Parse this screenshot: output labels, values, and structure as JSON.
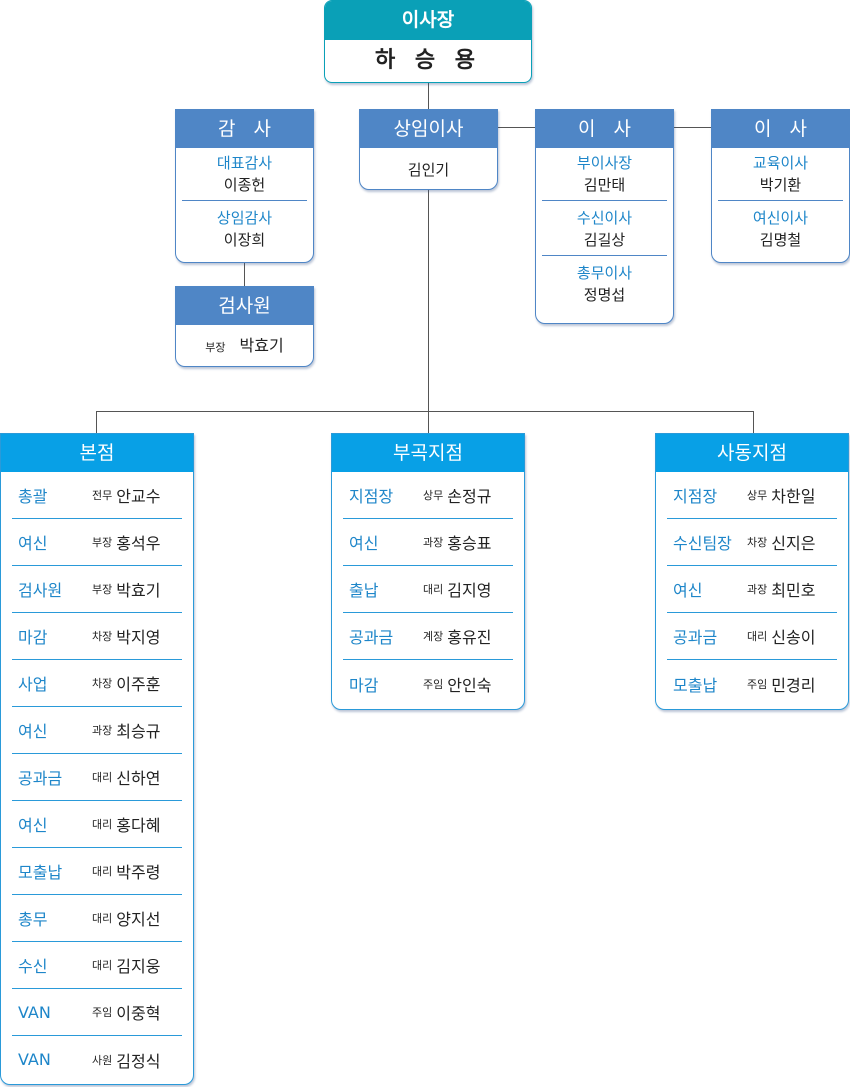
{
  "chairman": {
    "title": "이사장",
    "name": "하 승 용"
  },
  "auditors": {
    "title": "감   사",
    "members": [
      {
        "title": "대표감사",
        "name": "이종헌"
      },
      {
        "title": "상임감사",
        "name": "이장희"
      }
    ]
  },
  "inspector": {
    "title": "검사원",
    "rank": "부장",
    "name": "박효기"
  },
  "standing_director": {
    "title": "상임이사",
    "name": "김인기"
  },
  "directors_1": {
    "title": "이   사",
    "members": [
      {
        "title": "부이사장",
        "name": "김만태"
      },
      {
        "title": "수신이사",
        "name": "김길상"
      },
      {
        "title": "총무이사",
        "name": "정명섭"
      }
    ]
  },
  "directors_2": {
    "title": "이   사",
    "members": [
      {
        "title": "교육이사",
        "name": "박기환"
      },
      {
        "title": "여신이사",
        "name": "김명철"
      }
    ]
  },
  "branches": [
    {
      "title": "본점",
      "rows": [
        {
          "dept": "총괄",
          "rank": "전무",
          "name": "안교수"
        },
        {
          "dept": "여신",
          "rank": "부장",
          "name": "홍석우"
        },
        {
          "dept": "검사원",
          "rank": "부장",
          "name": "박효기"
        },
        {
          "dept": "마감",
          "rank": "차장",
          "name": "박지영"
        },
        {
          "dept": "사업",
          "rank": "차장",
          "name": "이주훈"
        },
        {
          "dept": "여신",
          "rank": "과장",
          "name": "최승규"
        },
        {
          "dept": "공과금",
          "rank": "대리",
          "name": "신하연"
        },
        {
          "dept": "여신",
          "rank": "대리",
          "name": "홍다혜"
        },
        {
          "dept": "모출납",
          "rank": "대리",
          "name": "박주령"
        },
        {
          "dept": "총무",
          "rank": "대리",
          "name": "양지선"
        },
        {
          "dept": "수신",
          "rank": "대리",
          "name": "김지웅"
        },
        {
          "dept": "VAN",
          "rank": "주임",
          "name": "이중혁"
        },
        {
          "dept": "VAN",
          "rank": "사원",
          "name": "김정식"
        }
      ]
    },
    {
      "title": "부곡지점",
      "rows": [
        {
          "dept": "지점장",
          "rank": "상무",
          "name": "손정규"
        },
        {
          "dept": "여신",
          "rank": "과장",
          "name": "홍승표"
        },
        {
          "dept": "출납",
          "rank": "대리",
          "name": "김지영"
        },
        {
          "dept": "공과금",
          "rank": "계장",
          "name": "홍유진"
        },
        {
          "dept": "마감",
          "rank": "주임",
          "name": "안인숙"
        }
      ]
    },
    {
      "title": "사동지점",
      "rows": [
        {
          "dept": "지점장",
          "rank": "상무",
          "name": "차한일"
        },
        {
          "dept": "수신팀장",
          "rank": "차장",
          "name": "신지은"
        },
        {
          "dept": "여신",
          "rank": "과장",
          "name": "최민호"
        },
        {
          "dept": "공과금",
          "rank": "대리",
          "name": "신송이"
        },
        {
          "dept": "모출납",
          "rank": "주임",
          "name": "민경리"
        }
      ]
    }
  ],
  "colors": {
    "chairman_header": "#0aa0b7",
    "exec_header": "#4f86c6",
    "branch_header": "#08a0e6",
    "title_text": "#1e86c9"
  }
}
